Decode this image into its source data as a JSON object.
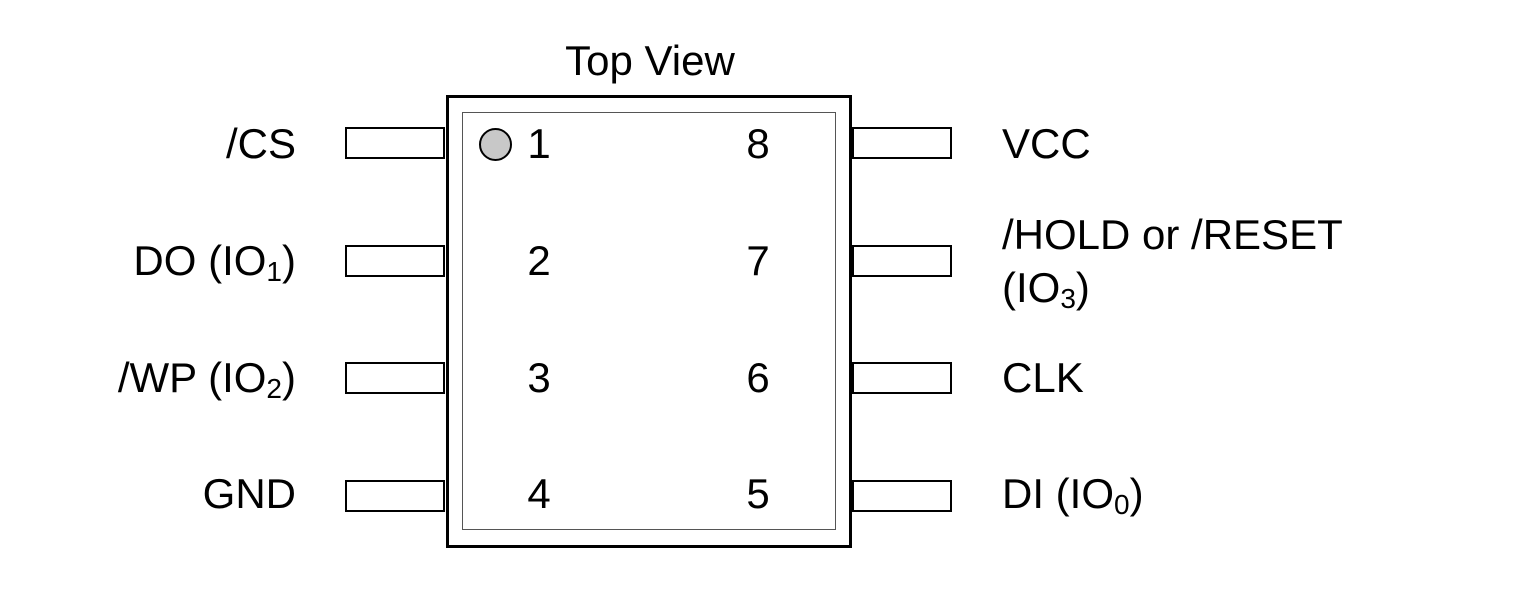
{
  "title": "Top View",
  "pins": {
    "p1": {
      "number": "1",
      "name": "/CS",
      "sub": "",
      "suffix": ""
    },
    "p2": {
      "number": "2",
      "name": "DO (IO",
      "sub": "1",
      "suffix": ")"
    },
    "p3": {
      "number": "3",
      "name": "/WP (IO",
      "sub": "2",
      "suffix": ")"
    },
    "p4": {
      "number": "4",
      "name": "GND",
      "sub": "",
      "suffix": ""
    },
    "p5": {
      "number": "5",
      "name": "DI (IO",
      "sub": "0",
      "suffix": ")"
    },
    "p6": {
      "number": "6",
      "name": "CLK",
      "sub": "",
      "suffix": ""
    },
    "p7": {
      "number": "7",
      "name": "/HOLD or /RESET",
      "line2": "(IO",
      "sub": "3",
      "suffix": ")"
    },
    "p8": {
      "number": "8",
      "name": "VCC",
      "sub": "",
      "suffix": ""
    }
  }
}
